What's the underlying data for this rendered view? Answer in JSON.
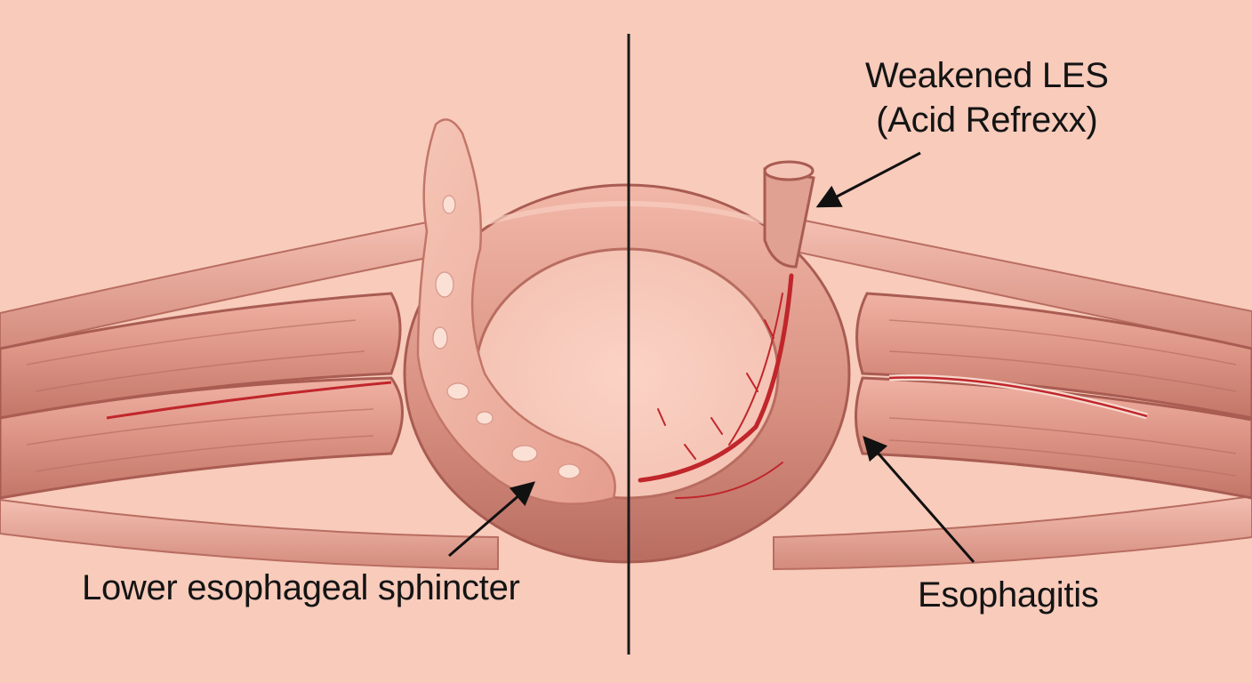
{
  "labels": {
    "weakened_les": [
      "Weakened LES",
      "(Acid Refrexx)"
    ],
    "lower_esophageal_sphincter": "Lower esophageal sphincter",
    "esophagitis": "Esophagitis"
  },
  "colors": {
    "background": "#f8cbbb",
    "tissue_light": "#e8a597",
    "tissue_mid": "#d58a7c",
    "tissue_dark": "#a95c52",
    "inflammation": "#c0262b",
    "divider": "#1a1a1a"
  }
}
